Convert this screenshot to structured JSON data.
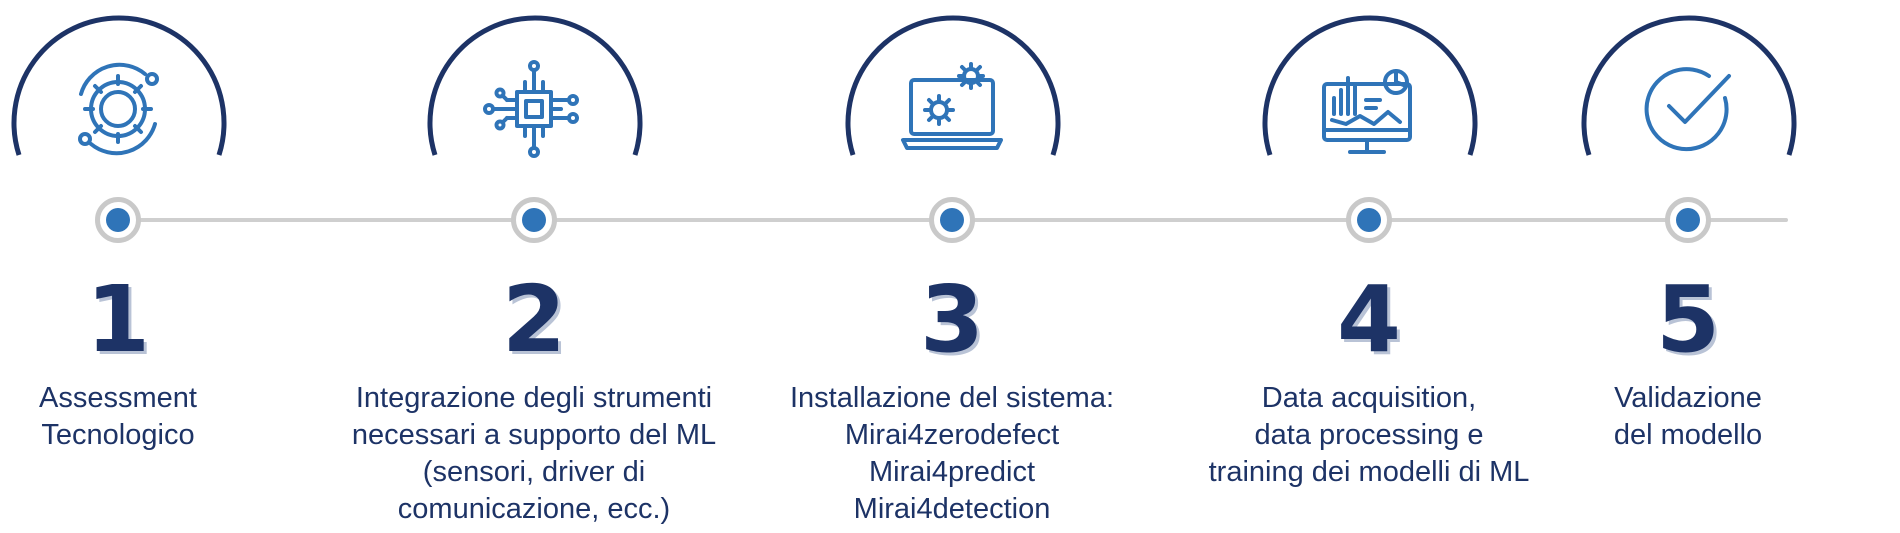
{
  "colors": {
    "arc": "#1d3366",
    "icon": "#2f74b8",
    "line": "#cfcfcf",
    "node_ring": "#c9c9c9",
    "node_dot": "#2f74b8",
    "text": "#1d3366"
  },
  "steps": [
    {
      "number": "1",
      "icon": "gear-icon",
      "lines": [
        "Assessment",
        "Tecnologico"
      ]
    },
    {
      "number": "2",
      "icon": "circuit-chip-icon",
      "lines": [
        "Integrazione degli strumenti",
        "necessari a supporto del ML",
        "(sensori, driver di",
        "comunicazione, ecc.)"
      ]
    },
    {
      "number": "3",
      "icon": "laptop-gears-icon",
      "lines": [
        "Installazione del sistema:",
        "Mirai4zerodefect",
        "Mirai4predict",
        "Mirai4detection"
      ]
    },
    {
      "number": "4",
      "icon": "analytics-monitor-icon",
      "lines": [
        "Data acquisition,",
        "data processing e",
        "training dei modelli di ML"
      ]
    },
    {
      "number": "5",
      "icon": "checkmark-circle-icon",
      "lines": [
        "Validazione",
        "del modello"
      ]
    }
  ]
}
